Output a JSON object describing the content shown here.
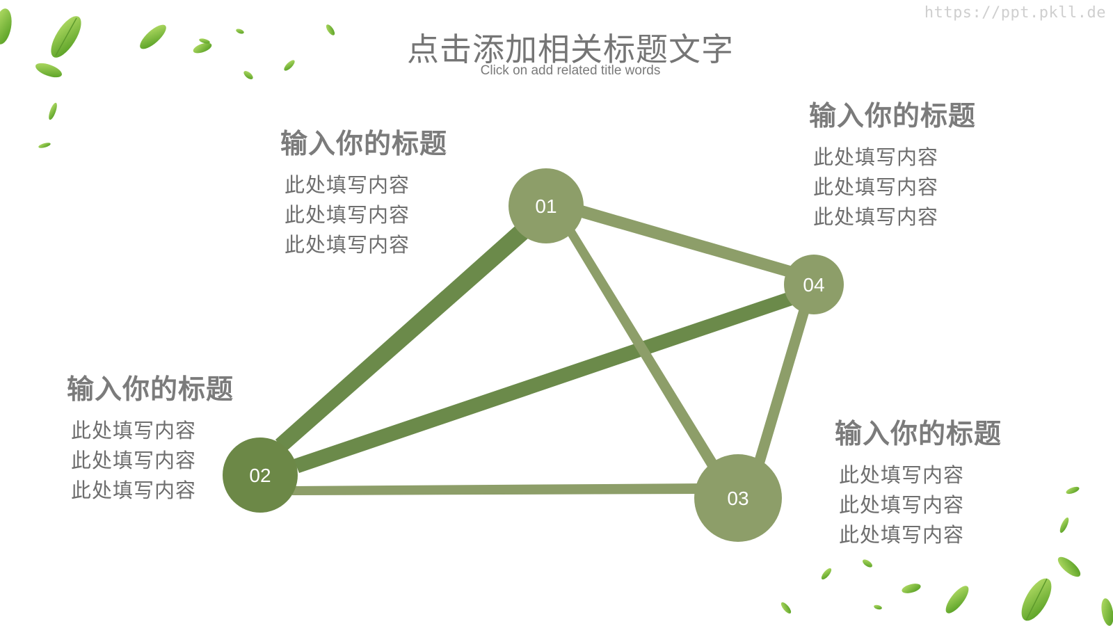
{
  "watermark": "https://ppt.pkll.de",
  "title": {
    "main": "点击添加相关标题文字",
    "sub": "Click on add related title words"
  },
  "nodes": [
    {
      "id": "01",
      "label": "01"
    },
    {
      "id": "02",
      "label": "02"
    },
    {
      "id": "03",
      "label": "03"
    },
    {
      "id": "04",
      "label": "04"
    }
  ],
  "blocks": [
    {
      "title": "输入你的标题",
      "lines": [
        "此处填写内容",
        "此处填写内容",
        "此处填写内容"
      ]
    },
    {
      "title": "输入你的标题",
      "lines": [
        "此处填写内容",
        "此处填写内容",
        "此处填写内容"
      ]
    },
    {
      "title": "输入你的标题",
      "lines": [
        "此处填写内容",
        "此处填写内容",
        "此处填写内容"
      ]
    },
    {
      "title": "输入你的标题",
      "lines": [
        "此处填写内容",
        "此处填写内容",
        "此处填写内容"
      ]
    }
  ],
  "colors": {
    "node_light": "#8d9e69",
    "node_dark": "#6c8847",
    "edge": "#8d9e69",
    "edge_dark": "#6b8a4a",
    "leaf": "#7dbf2e"
  }
}
